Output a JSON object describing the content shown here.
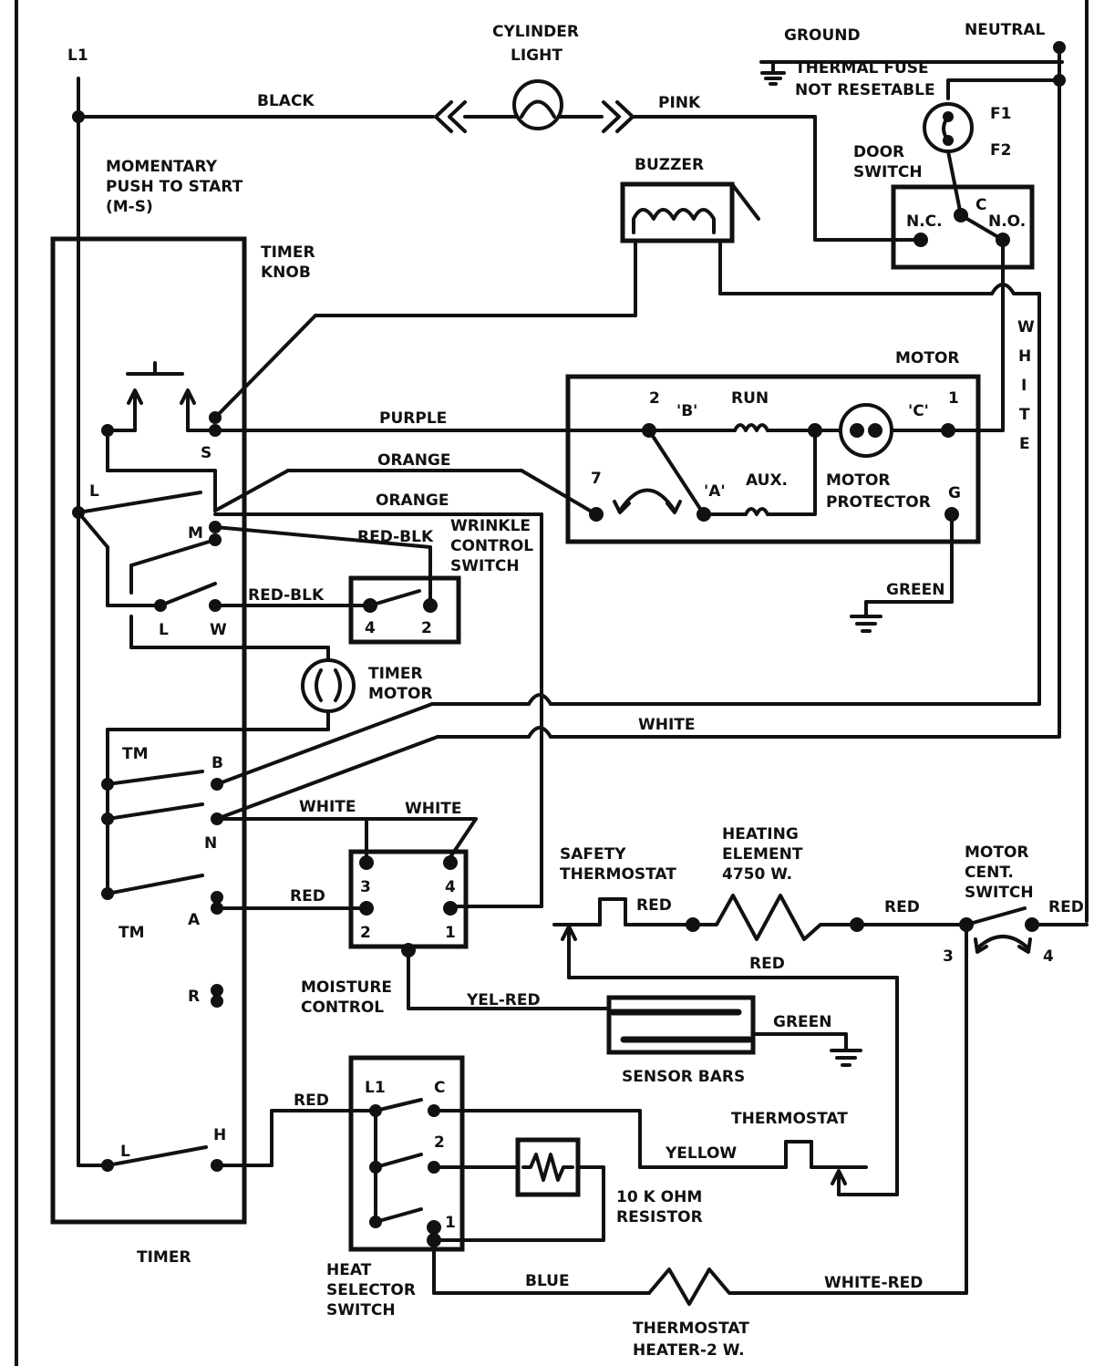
{
  "labels": {
    "l1": "L1",
    "cylinder_light_1": "CYLINDER",
    "cylinder_light_2": "LIGHT",
    "ground": "GROUND",
    "neutral": "NEUTRAL",
    "thermal_fuse_1": "THERMAL FUSE",
    "thermal_fuse_2": "NOT RESETABLE",
    "f1": "F1",
    "f2": "F2",
    "black": "BLACK",
    "pink": "PINK",
    "momentary_1": "MOMENTARY",
    "momentary_2": "PUSH TO START",
    "momentary_3": "(M-S)",
    "buzzer": "BUZZER",
    "door_switch_1": "DOOR",
    "door_switch_2": "SWITCH",
    "nc": "N.C.",
    "c": "C",
    "no": "N.O.",
    "timer_knob_1": "TIMER",
    "timer_knob_2": "KNOB",
    "motor": "MOTOR",
    "white_vertical": [
      "W",
      "H",
      "I",
      "T",
      "E"
    ],
    "purple": "PURPLE",
    "s": "S",
    "term_2": "2",
    "b_quote": "'B'",
    "run": "RUN",
    "c_quote": "'C'",
    "term_1": "1",
    "orange_1": "ORANGE",
    "term_7": "7",
    "a_quote": "'A'",
    "aux": "AUX.",
    "motor_protector_1": "MOTOR",
    "motor_protector_2": "PROTECTOR",
    "g": "G",
    "l_top": "L",
    "orange_2": "ORANGE",
    "m": "M",
    "red_blk_1": "RED-BLK",
    "wrinkle_1": "WRINKLE",
    "wrinkle_2": "CONTROL",
    "wrinkle_3": "SWITCH",
    "red_blk_2": "RED-BLK",
    "wc_4": "4",
    "wc_2": "2",
    "l_mid": "L",
    "w": "W",
    "green_1": "GREEN",
    "timer_motor_1": "TIMER",
    "timer_motor_2": "MOTOR",
    "white_h1": "WHITE",
    "tm_1": "TM",
    "b": "B",
    "n": "N",
    "white_mc_1": "WHITE",
    "white_mc_2": "WHITE",
    "mc_3": "3",
    "mc_4": "4",
    "mc_2": "2",
    "mc_1": "1",
    "red_mc": "RED",
    "a": "A",
    "tm_2": "TM",
    "r": "R",
    "safety_thermostat_1": "SAFETY",
    "safety_thermostat_2": "THERMOSTAT",
    "heating_element_1": "HEATING",
    "heating_element_2": "ELEMENT",
    "heating_element_3": "4750 W.",
    "red_he_1": "RED",
    "red_he_2": "RED",
    "motor_cent_1": "MOTOR",
    "motor_cent_2": "CENT.",
    "motor_cent_3": "SWITCH",
    "red_mcs": "RED",
    "mcs_3": "3",
    "mcs_4": "4",
    "red_return": "RED",
    "moisture_control_1": "MOISTURE",
    "moisture_control_2": "CONTROL",
    "yel_red": "YEL-RED",
    "green_2": "GREEN",
    "sensor_bars": "SENSOR BARS",
    "red_hs": "RED",
    "hs_l1": "L1",
    "hs_c": "C",
    "hs_2": "2",
    "hs_1": "1",
    "thermostat": "THERMOSTAT",
    "yellow": "YELLOW",
    "resistor_1": "10 K OHM",
    "resistor_2": "RESISTOR",
    "l_bot": "L",
    "h": "H",
    "timer": "TIMER",
    "heat_selector_1": "HEAT",
    "heat_selector_2": "SELECTOR",
    "heat_selector_3": "SWITCH",
    "blue": "BLUE",
    "white_red": "WHITE-RED",
    "thermostat_heater_1": "THERMOSTAT",
    "thermostat_heater_2": "HEATER-2 W."
  }
}
